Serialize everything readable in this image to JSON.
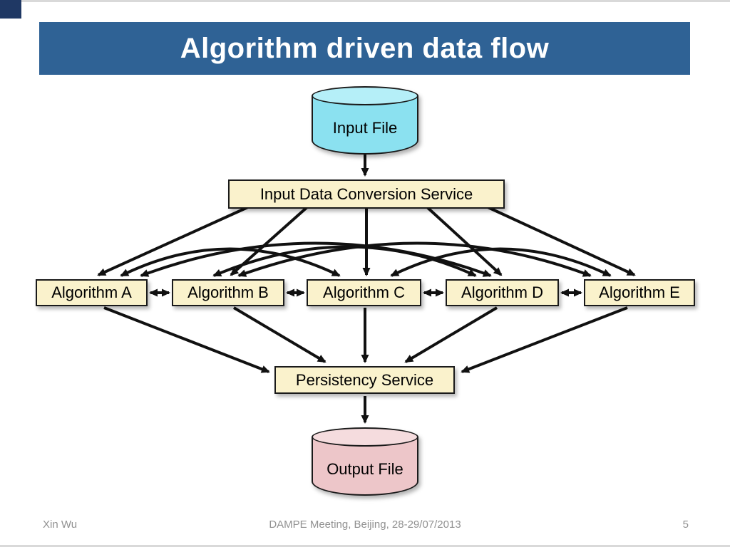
{
  "slide": {
    "title": "Algorithm driven data flow",
    "footer": {
      "author": "Xin Wu",
      "event": "DAMPE Meeting, Beijing, 28-29/07/2013",
      "page_number": "5"
    }
  },
  "diagram": {
    "input_file_label": "Input File",
    "conversion_service_label": "Input Data Conversion Service",
    "algorithms": [
      {
        "label": "Algorithm A"
      },
      {
        "label": "Algorithm B"
      },
      {
        "label": "Algorithm C"
      },
      {
        "label": "Algorithm D"
      },
      {
        "label": "Algorithm E"
      }
    ],
    "persistency_service_label": "Persistency Service",
    "output_file_label": "Output File"
  },
  "colors": {
    "header_bg": "#2F6295",
    "corner_accent": "#1F3864",
    "box_fill": "#FAF2CC",
    "input_cylinder_fill": "#8BE1F0",
    "output_cylinder_fill": "#EDC6C9",
    "arrow": "#111111"
  }
}
